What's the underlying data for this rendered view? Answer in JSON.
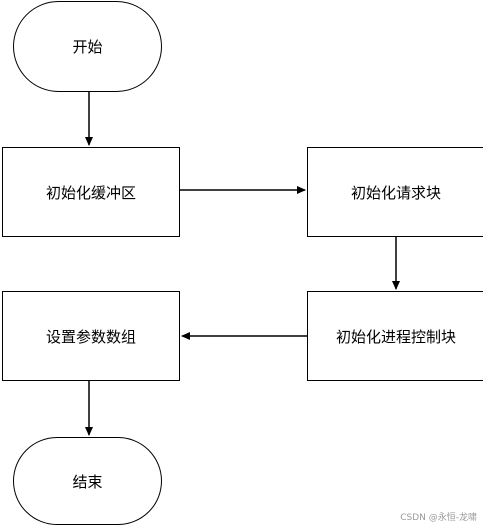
{
  "diagram": {
    "nodes": {
      "start": "开始",
      "init_buffer": "初始化缓冲区",
      "init_request": "初始化请求块",
      "init_pcb": "初始化进程控制块",
      "set_params": "设置参数数组",
      "end": "结束"
    },
    "edges": [
      {
        "from": "start",
        "to": "init_buffer"
      },
      {
        "from": "init_buffer",
        "to": "init_request"
      },
      {
        "from": "init_request",
        "to": "init_pcb"
      },
      {
        "from": "init_pcb",
        "to": "set_params"
      },
      {
        "from": "set_params",
        "to": "end"
      }
    ]
  },
  "watermark": "CSDN @永恒-龙啸"
}
